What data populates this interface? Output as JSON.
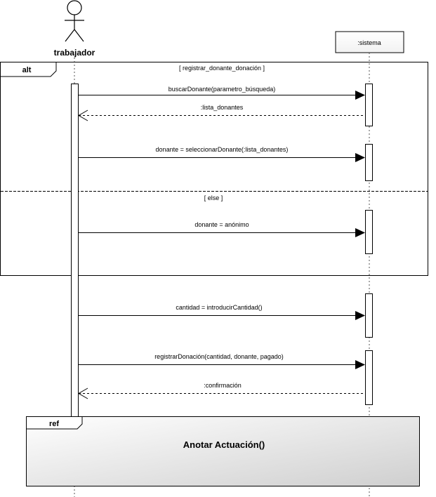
{
  "participants": {
    "actor": "trabajador",
    "system": ":sistema"
  },
  "fragment": {
    "operator": "alt",
    "guard_main": "[ registrar_donante_donación ]",
    "guard_else": "[ else ]"
  },
  "messages": {
    "buscar": "buscarDonante(parametro_búsqueda)",
    "lista": ":lista_donantes",
    "seleccionar": "donante = seleccionarDonante(:lista_donantes)",
    "anonimo": "donante = anónimo",
    "cantidad": "cantidad = introducirCantidad()",
    "registrar": "registrarDonación(cantidad, donante, pagado)",
    "confirmacion": ":confirmación"
  },
  "reference": {
    "operator": "ref",
    "label": "Anotar Actuación()"
  },
  "colors": {
    "line": "#000000",
    "lifeline": "#555555",
    "tab_fill": "#ffffff",
    "ref_gradient_start": "#ffffff",
    "ref_gradient_end": "#d0d0d0"
  }
}
